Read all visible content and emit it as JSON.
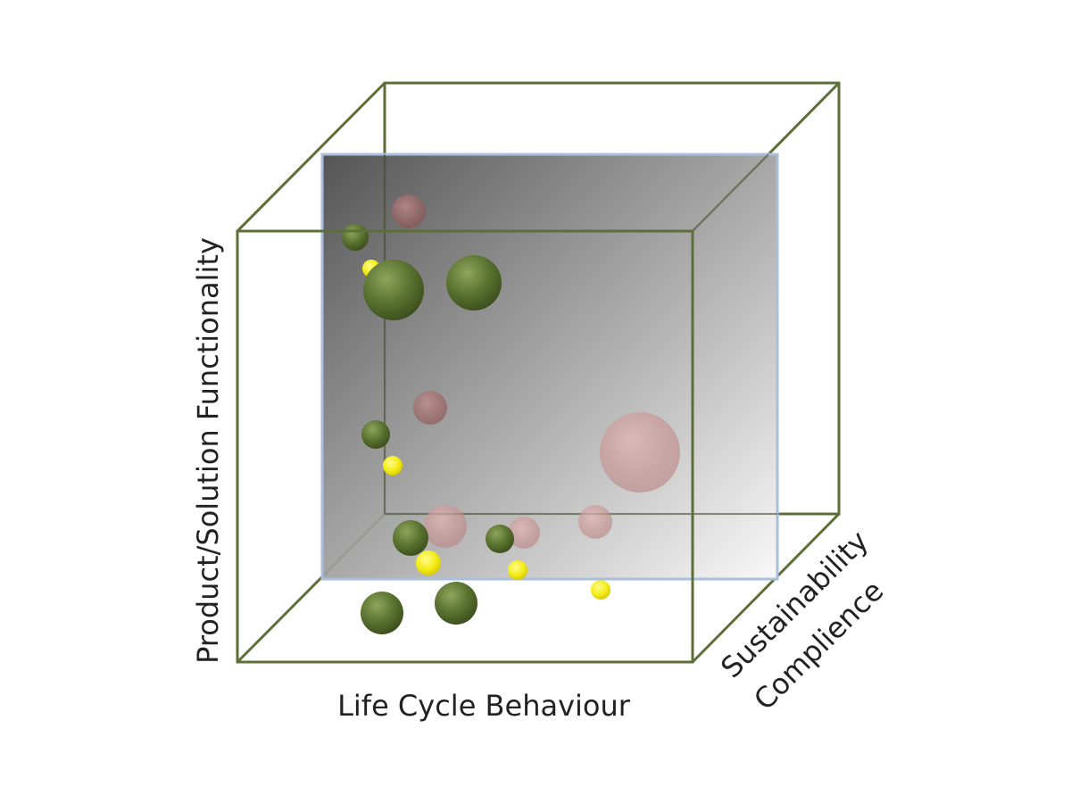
{
  "axes": {
    "x_label": "Life Cycle Behaviour",
    "y_label": "Product/Solution Functionality",
    "z_label_line1": "Sustainability",
    "z_label_line2": "Complience"
  },
  "colors": {
    "cube_edge": "#5e6e38",
    "plane_border": "#a9bfdc",
    "plane_dark": "#4d4d4d",
    "plane_light": "#f7f7f7",
    "green_bubble": "#55702a",
    "yellow_bubble": "#f4ee18",
    "red_bubble": "#9a5a5a"
  }
}
